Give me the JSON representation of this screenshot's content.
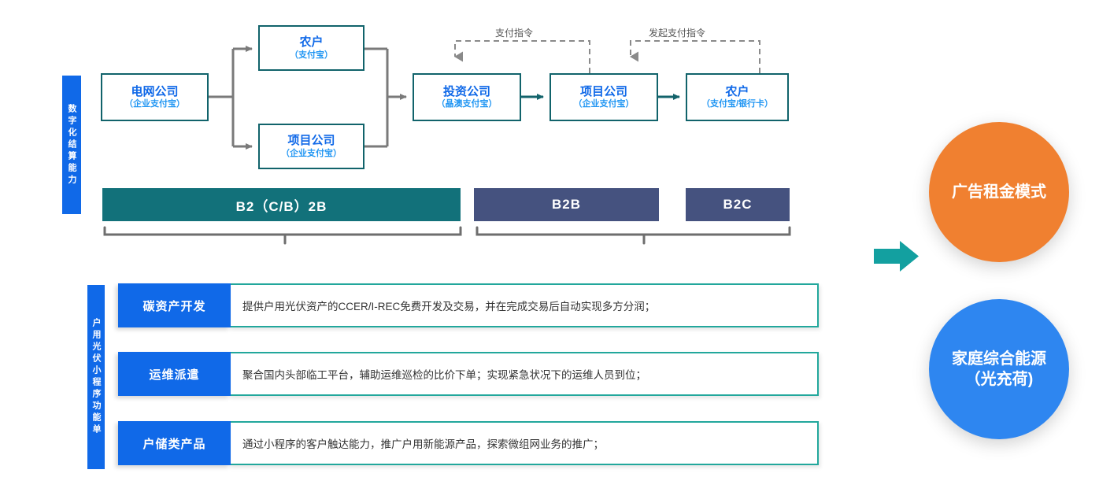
{
  "side_labels": {
    "settlement": "数字化结算能力",
    "miniprogram": "户用光伏小程序功能单"
  },
  "flow": {
    "boxes": [
      {
        "id": "grid-company",
        "title": "电网公司",
        "sub": "（企业支付宝）"
      },
      {
        "id": "farmer-1",
        "title": "农户",
        "sub": "（支付宝）"
      },
      {
        "id": "project-company-1",
        "title": "项目公司",
        "sub": "（企业支付宝）"
      },
      {
        "id": "invest-company",
        "title": "投资公司",
        "sub": "（晶澳支付宝）"
      },
      {
        "id": "project-company-2",
        "title": "项目公司",
        "sub": "（企业支付宝）"
      },
      {
        "id": "farmer-2",
        "title": "农户",
        "sub": "（支付宝/银行卡）"
      }
    ],
    "dashed_labels": [
      "支付指令",
      "发起支付指令"
    ]
  },
  "category_bars": [
    {
      "id": "b2-cb-2b",
      "label": "B2（C/B）2B",
      "color": "#12717A"
    },
    {
      "id": "b2b",
      "label": "B2B",
      "color": "#45527F"
    },
    {
      "id": "b2c",
      "label": "B2C",
      "color": "#45527F"
    }
  ],
  "miniprogram_rows": [
    {
      "tag": "碳资产开发",
      "desc": "提供户用光伏资产的CCER/I-REC免费开发及交易，并在完成交易后自动实现多方分润；"
    },
    {
      "tag": "运维派遣",
      "desc": "聚合国内头部临工平台，辅助运维巡检的比价下单；实现紧急状况下的运维人员到位；"
    },
    {
      "tag": "户储类产品",
      "desc": "通过小程序的客户触达能力，推广户用新能源产品，探索微组网业务的推广；"
    }
  ],
  "outcomes": [
    {
      "id": "ad-rent-model",
      "label": "广告租金模式",
      "color": "#F08030"
    },
    {
      "id": "home-energy",
      "label": "家庭综合能源（光充荷)",
      "color": "#2E86F0"
    }
  ],
  "colors": {
    "brand_blue": "#1069E8",
    "teal_border": "#11636B",
    "teal_bar": "#12717A",
    "navy_bar": "#45527F",
    "green_accent": "#22A79C",
    "arrow_teal": "#13A0A0",
    "orange": "#F08030",
    "circle_blue": "#2E86F0"
  }
}
